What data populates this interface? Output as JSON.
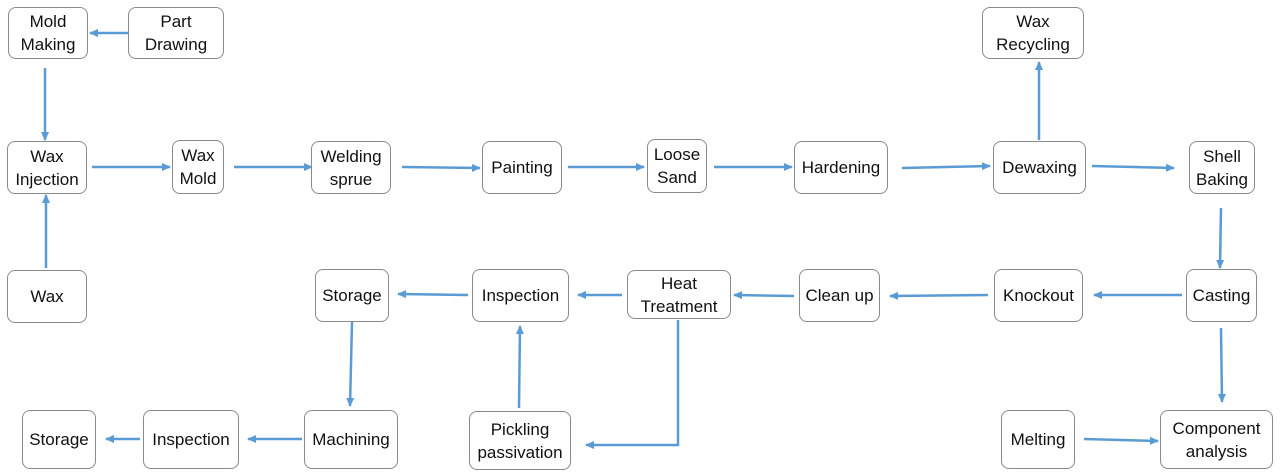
{
  "style": {
    "arrow_color": "#5b9bd5",
    "node_border": "#8a8a8a"
  },
  "nodes": {
    "mold_making": "Mold\nMaking",
    "part_drawing": "Part\nDrawing",
    "wax_recycling": "Wax\nRecycling",
    "wax_injection": "Wax\nInjection",
    "wax_mold": "Wax\nMold",
    "welding_sprue": "Welding\nsprue",
    "painting": "Painting",
    "loose_sand": "Loose\nSand",
    "hardening": "Hardening",
    "dewaxing": "Dewaxing",
    "shell_baking": "Shell\nBaking",
    "wax": "Wax",
    "storage_top": "Storage",
    "inspection_top": "Inspection",
    "heat_treatment": "Heat\nTreatment",
    "clean_up": "Clean up",
    "knockout": "Knockout",
    "casting": "Casting",
    "storage_bottom": "Storage",
    "inspection_bottom": "Inspection",
    "machining": "Machining",
    "pickling_passivation": "Pickling\npassivation",
    "melting": "Melting",
    "component_analysis": "Component\nanalysis"
  }
}
